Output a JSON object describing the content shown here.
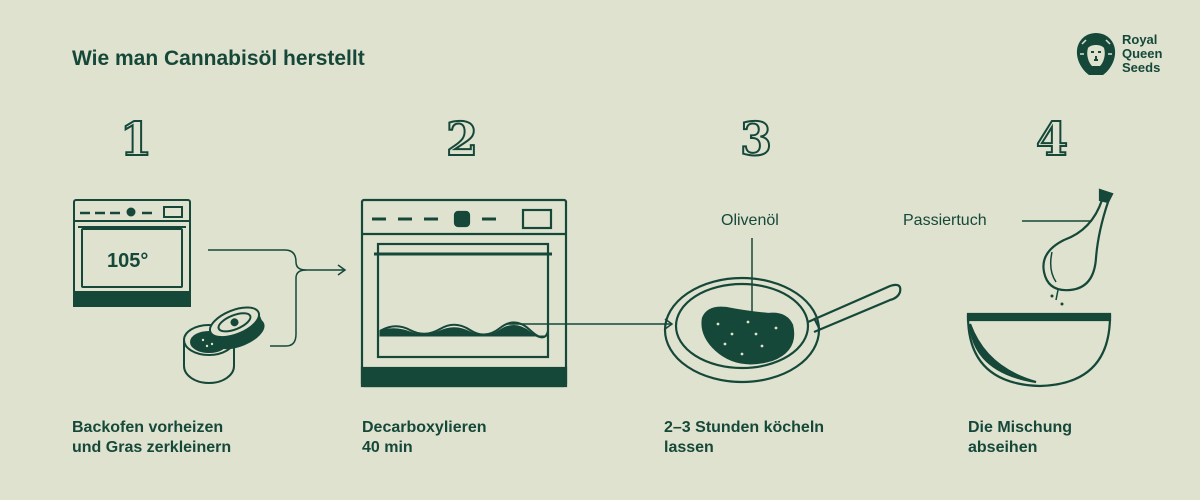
{
  "title": "Wie man Cannabisöl herstellt",
  "logo": {
    "line1": "Royal",
    "line2": "Queen",
    "line3": "Seeds",
    "icon": "lion-icon"
  },
  "colors": {
    "background": "#dfe2cf",
    "ink": "#16483a",
    "fill": "#0f3f32"
  },
  "steps": [
    {
      "number": "1",
      "caption_line1": "Backofen vorheizen",
      "caption_line2": "und Gras zerkleinern",
      "oven_temperature": "105°",
      "icons": [
        "small-oven-icon",
        "grinder-icon"
      ]
    },
    {
      "number": "2",
      "caption_line1": "Decarboxylieren",
      "caption_line2": "40 min",
      "icons": [
        "oven-icon"
      ]
    },
    {
      "number": "3",
      "caption_line1": "2–3 Stunden köcheln",
      "caption_line2": "lassen",
      "label": "Olivenöl",
      "icons": [
        "frying-pan-icon"
      ]
    },
    {
      "number": "4",
      "caption_line1": "Die Mischung",
      "caption_line2": "abseihen",
      "label": "Passiertuch",
      "icons": [
        "strainer-cloth-icon",
        "bowl-icon"
      ]
    }
  ]
}
